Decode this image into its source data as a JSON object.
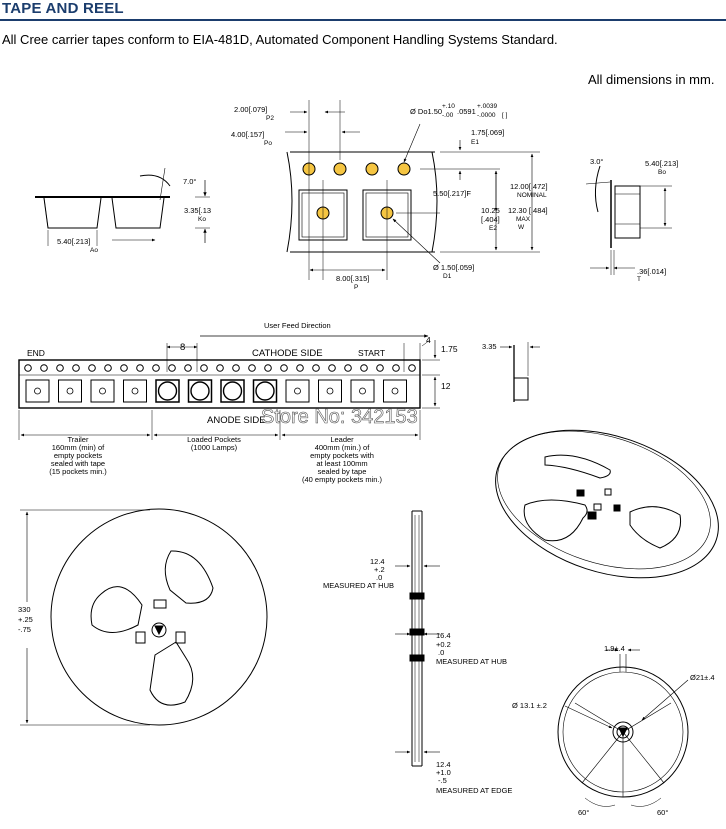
{
  "header": {
    "title": "TAPE AND REEL",
    "intro": "All Cree carrier tapes conform to EIA-481D, Automated Component Handling Systems Standard.",
    "units_note": "All dimensions in mm."
  },
  "pocket_side": {
    "angle": "7.0°",
    "ko": "3.35[.13",
    "ko_sym": "Ko",
    "ao": "5.40[.213]",
    "ao_sym": "Ao"
  },
  "tape_top": {
    "p2": "2.00[.079]",
    "p2_sym": "P2",
    "po": "4.00[.157]",
    "po_sym": "Po",
    "do_val": "Ø Do1.50",
    "do_tol_plus": "+.10",
    "do_tol_minus": "-.00",
    "do_in": ".0591",
    "do_in_plus": "+.0039",
    "do_in_minus": "-.0000",
    "do_bracket": "[ ]",
    "e1": "1.75[.069]",
    "e1_sym": "E1",
    "f": "5.50[.217]F",
    "nominal": "12.00[.472]",
    "nominal_label": "NOMINAL",
    "e2_val": "10.25",
    "e2_in": "[.404]",
    "e2_sym": "E2",
    "w_val": "12.30 [.484]",
    "w_max": "MAX",
    "w_sym": "W",
    "d1": "Ø 1.50[.059]",
    "d1_sym": "D1",
    "p": "8.00[.315]",
    "p_sym": "P"
  },
  "bo_view": {
    "angle": "3.0°",
    "bo": "5.40[.213]",
    "bo_sym": "Bo",
    "t": ".36[.014]",
    "t_sym": "T"
  },
  "strip": {
    "feed": "User Feed Direction",
    "pitch": "8",
    "pitch_edge": "4",
    "end": "END",
    "start": "START",
    "cathode": "CATHODE SIDE",
    "anode": "ANODE SIDE",
    "h1": "1.75",
    "h2": "12",
    "trailer": [
      "Trailer",
      "160mm (min) of",
      "empty pockets",
      "sealed with tape",
      "(15 pockets min.)"
    ],
    "loaded": [
      "Loaded Pockets",
      "(1000 Lamps)"
    ],
    "leader": [
      "Leader",
      "400mm (min.) of",
      "empty pockets with",
      "at least 100mm",
      "sealed by tape",
      "(40 empty pockets min.)"
    ],
    "watermark": "Store No: 342153"
  },
  "side_small": {
    "val": "3.35"
  },
  "reel_front": {
    "dia": "330",
    "dia_plus": "+.25",
    "dia_minus": "-.75"
  },
  "reel_side": {
    "hub1": [
      "12.4",
      "+.2",
      ".0",
      "MEASURED AT HUB"
    ],
    "hub2": [
      "16.4",
      "+0.2",
      ".0",
      "MEASURED AT HUB"
    ],
    "edge": [
      "12.4",
      "+1.0",
      "-.5",
      "MEASURED AT EDGE"
    ]
  },
  "reel_detail": {
    "w": "1.9±.4",
    "d21": "Ø21±.4",
    "d13": "Ø 13.1 ±.2",
    "angle_left": "60°",
    "angle_right": "60°"
  },
  "colors": {
    "heading": "#1b3d6d",
    "sprocket": "#f5c542"
  }
}
